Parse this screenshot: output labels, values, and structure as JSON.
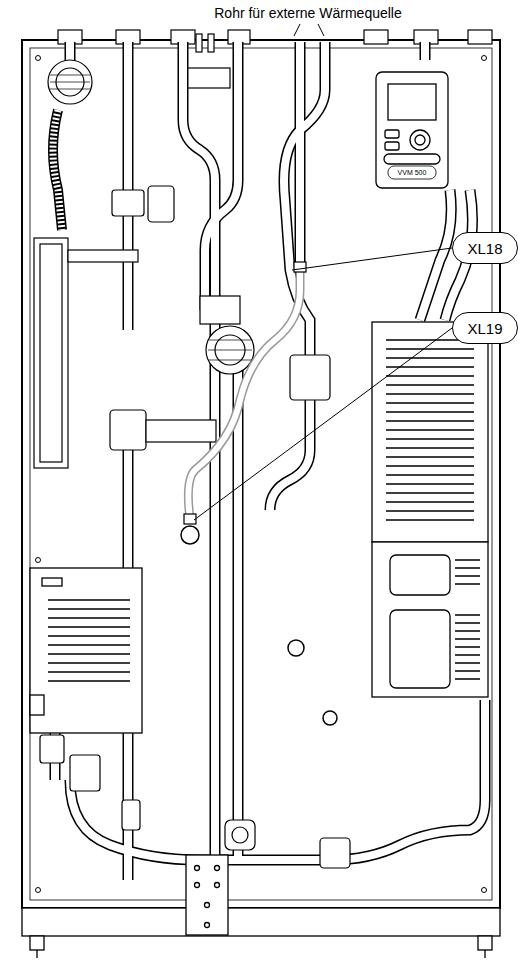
{
  "diagram": {
    "nodes": [
      {
        "text": [
          "XL18"
        ]
      },
      {
        "text": [
          "XL19"
        ]
      }
    ],
    "labels": [
      "Rohr für externe Wärmequelle",
      "VVM 500"
    ]
  }
}
